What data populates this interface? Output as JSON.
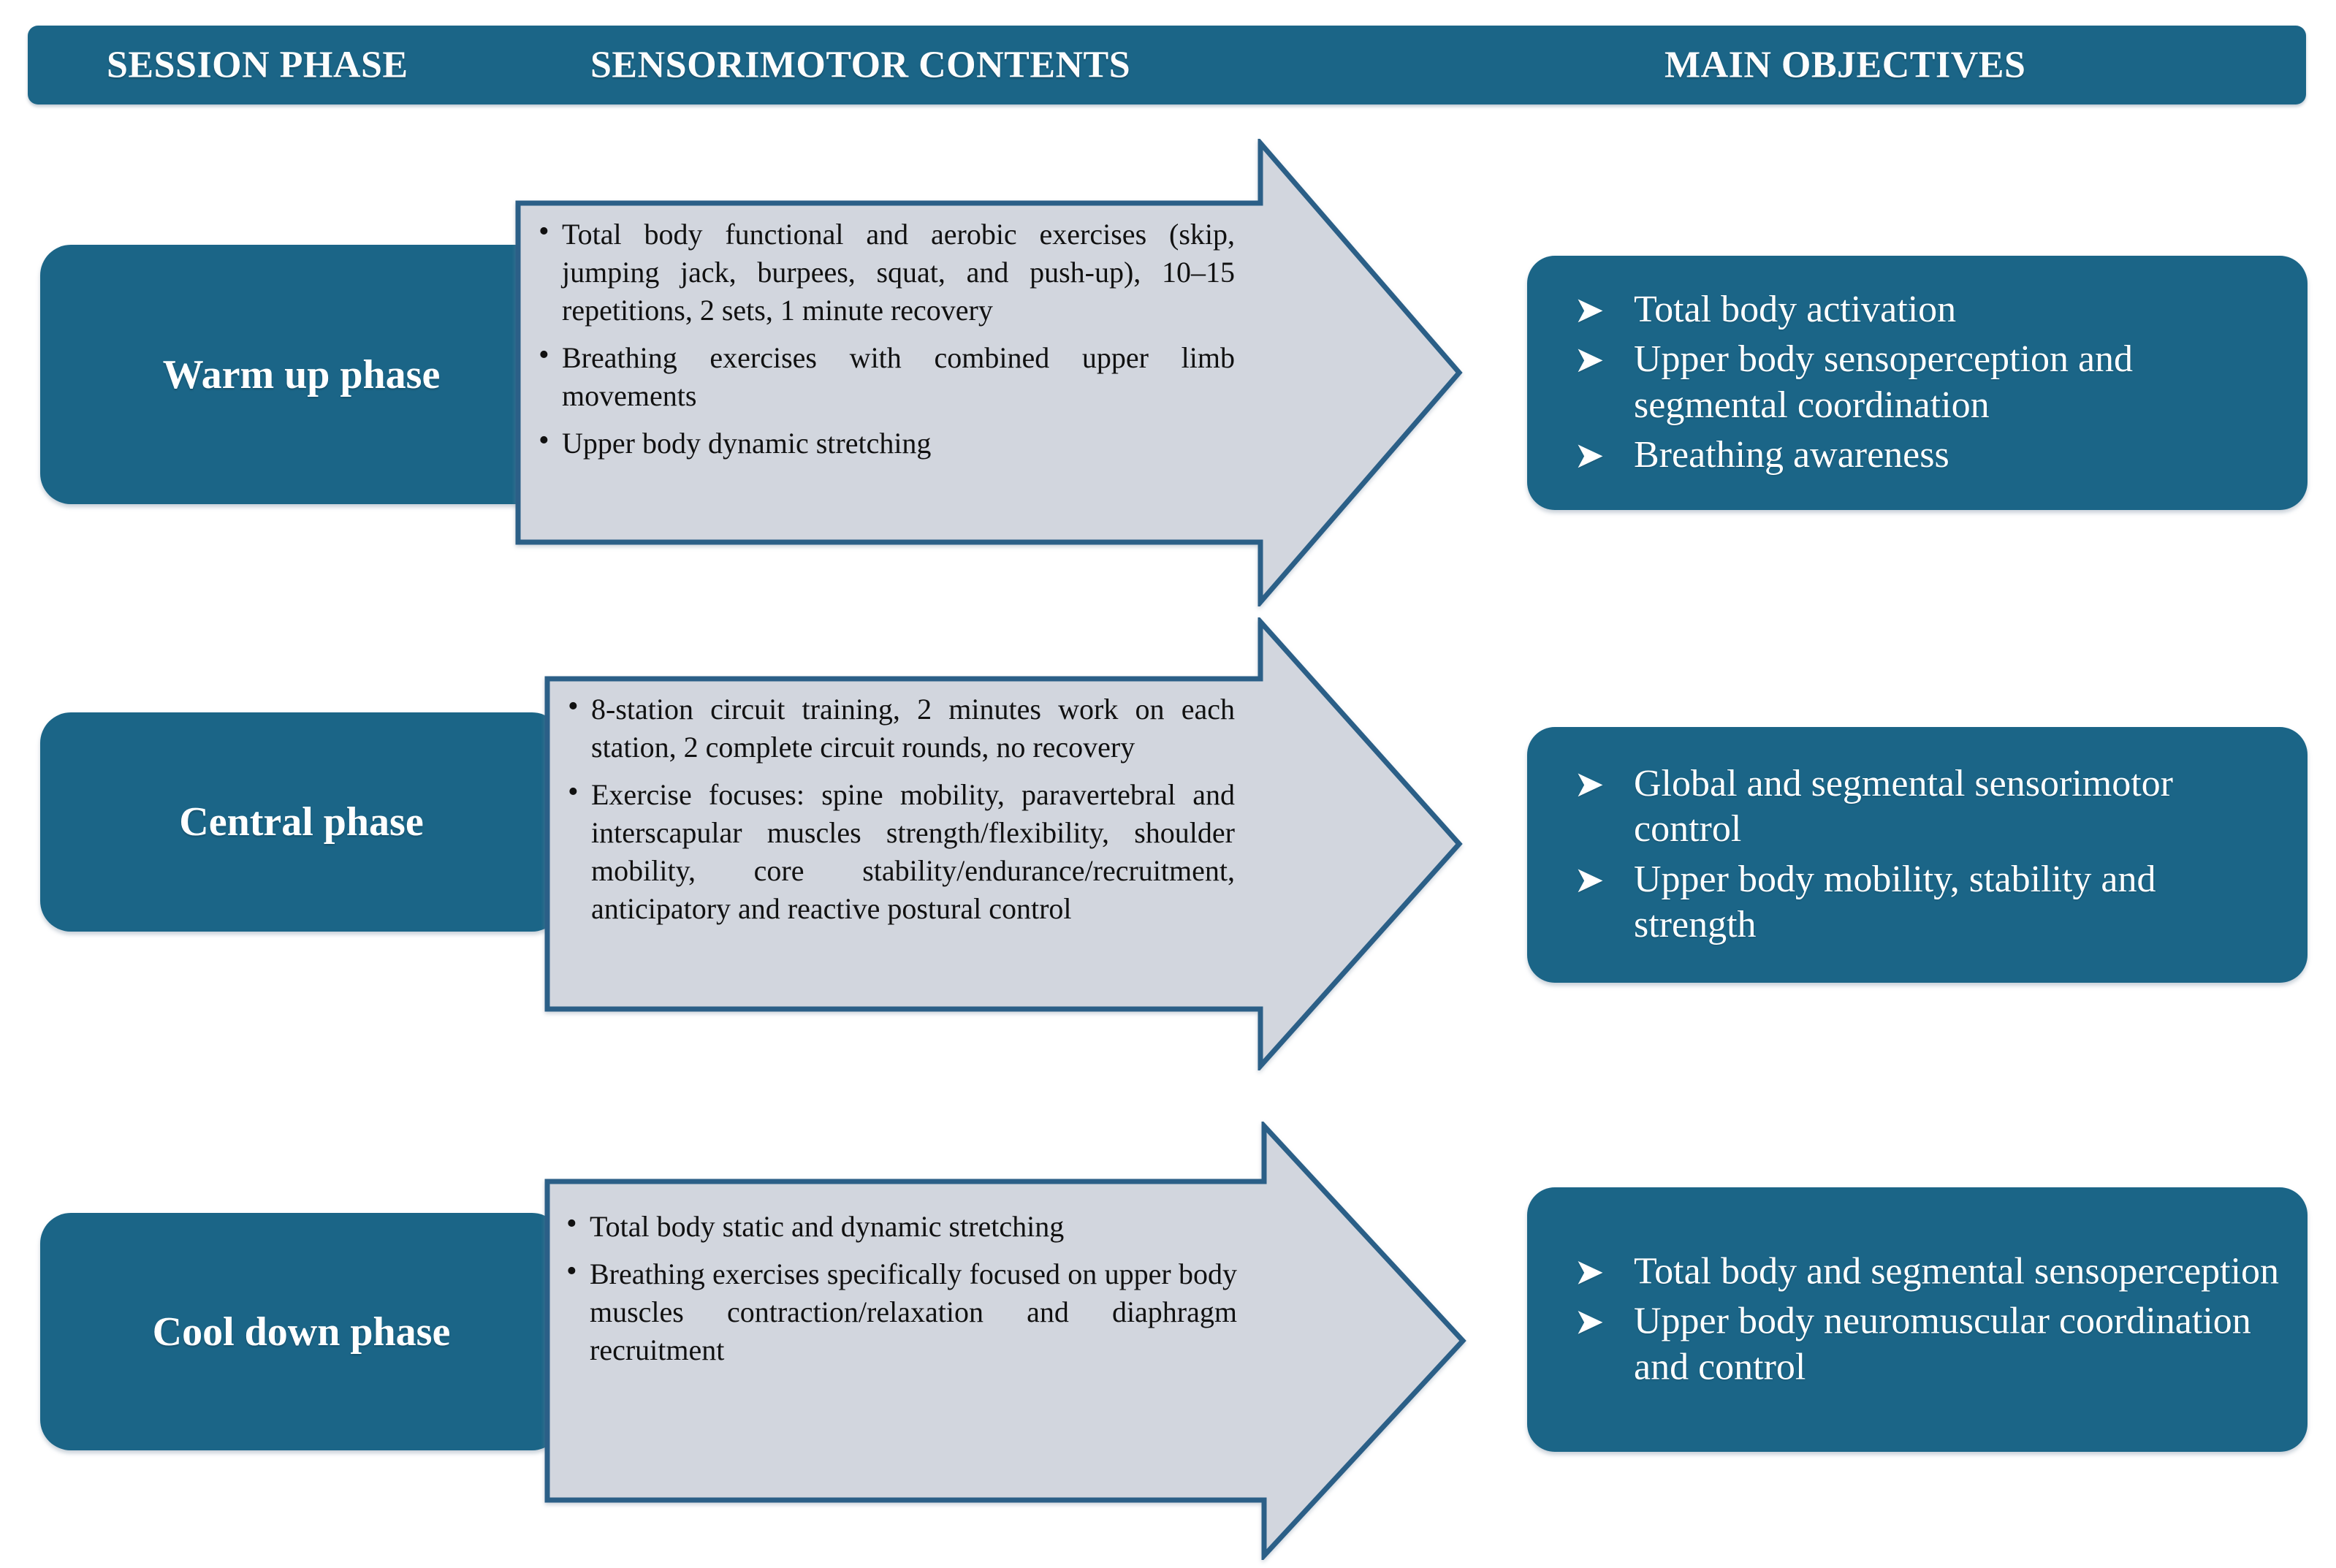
{
  "header": {
    "columns": [
      {
        "label": "SESSION PHASE"
      },
      {
        "label": "SENSORIMOTOR CONTENTS"
      },
      {
        "label": "MAIN OBJECTIVES"
      }
    ]
  },
  "colors": {
    "teal": "#1b6587",
    "arrow_fill": "#d2d6de",
    "arrow_stroke": "#2b5f87",
    "header_text": "#ffffff",
    "body_text": "#111111"
  },
  "rows": [
    {
      "phase": "Warm up phase",
      "contents": [
        "Total body functional and aerobic exercises (skip, jumping jack, burpees, squat, and push-up), 10–15 repetitions, 2 sets, 1 minute recovery",
        "Breathing exercises with combined upper limb movements",
        "Upper body dynamic stretching"
      ],
      "objectives": [
        "Total body activation",
        "Upper body sensoperception and segmental coordination",
        "Breathing awareness"
      ]
    },
    {
      "phase": "Central phase",
      "contents": [
        "8-station circuit training, 2 minutes work on each station, 2 complete circuit rounds, no recovery",
        "Exercise focuses: spine mobility, paravertebral and interscapular muscles strength/flexibility, shoulder mobility, core stability/endurance/recruitment, anticipatory and reactive postural control"
      ],
      "objectives": [
        "Global and segmental sensorimotor control",
        "Upper body mobility, stability and strength"
      ]
    },
    {
      "phase": "Cool down phase",
      "contents": [
        "Total body static and dynamic stretching",
        "Breathing exercises specifically focused on upper body muscles contraction/relaxation and diaphragm recruitment"
      ],
      "objectives": [
        "Total body and segmental sensoperception",
        "Upper body neuromuscular coordination and control"
      ]
    }
  ],
  "icons": {
    "bullet": "•",
    "objective_arrow": "➤"
  }
}
